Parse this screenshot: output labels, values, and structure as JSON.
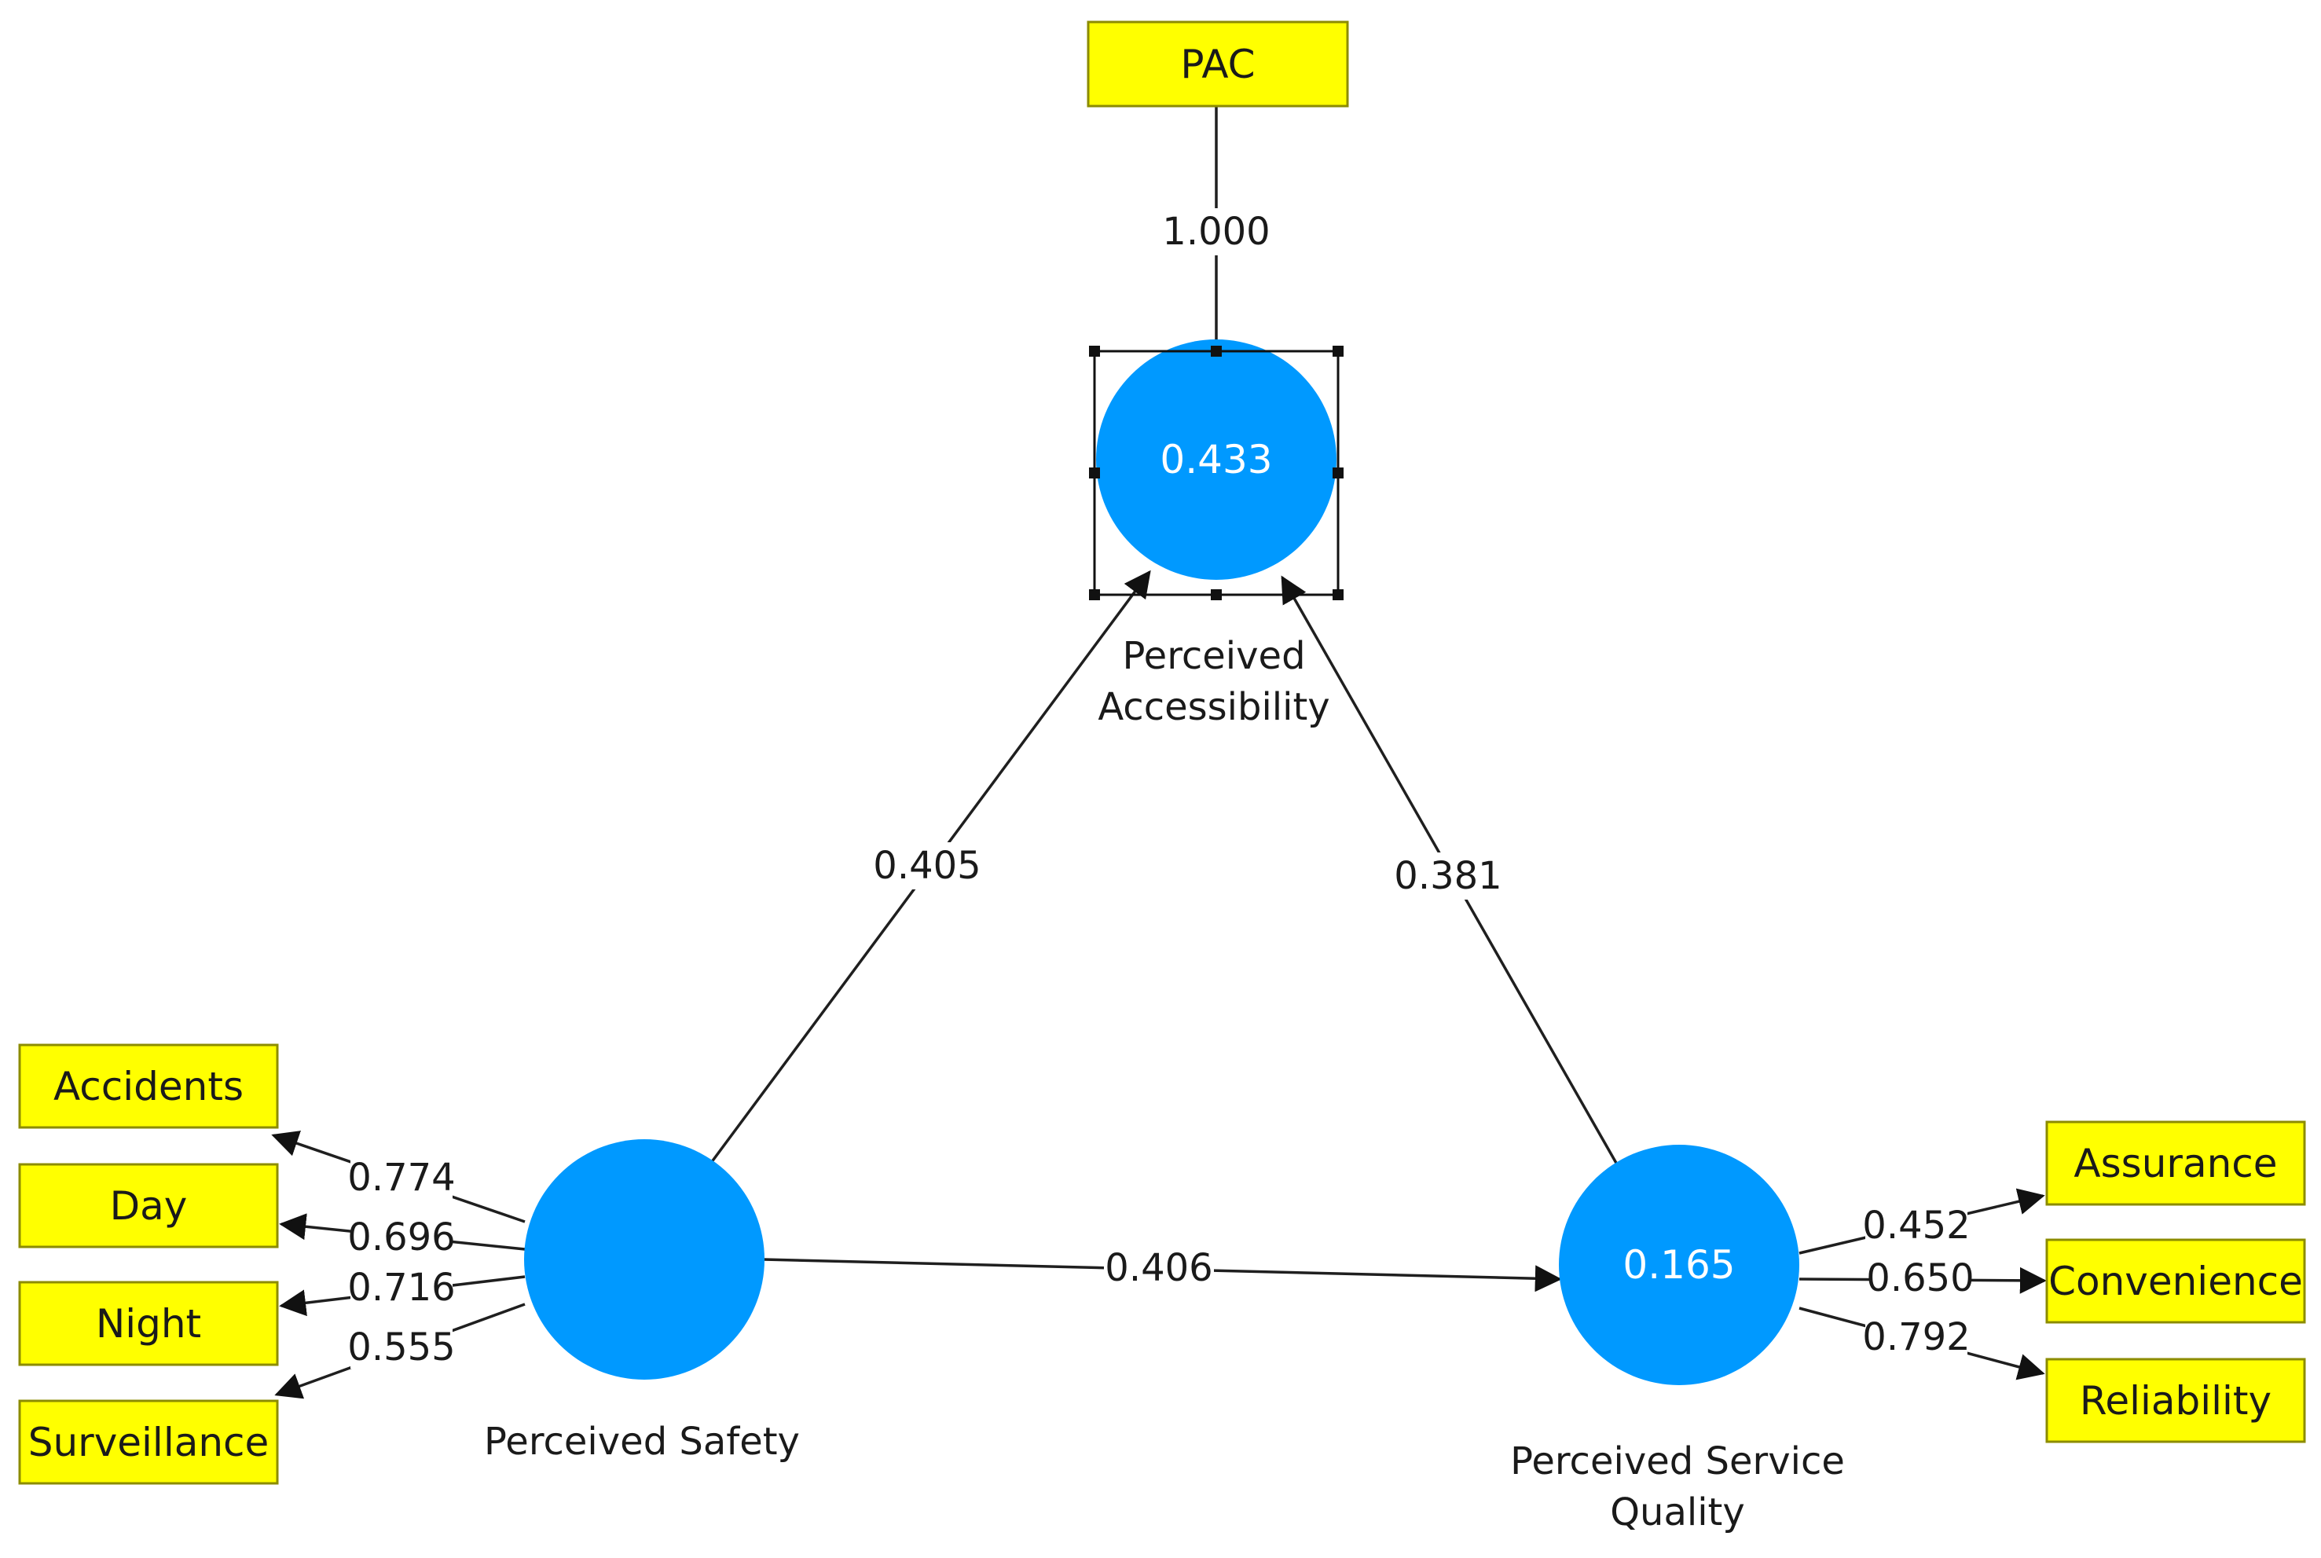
{
  "diagram": {
    "indicators": {
      "pac": "PAC",
      "accidents": "Accidents",
      "day": "Day",
      "night": "Night",
      "surveillance": "Surveillance",
      "assurance": "Assurance",
      "convenience": "Convenience",
      "reliability": "Reliability"
    },
    "constructs": {
      "accessibility": {
        "name_line1": "Perceived",
        "name_line2": "Accessibility",
        "r2": "0.433"
      },
      "safety": {
        "name_line1": "Perceived Safety",
        "r2": ""
      },
      "service_quality": {
        "name_line1": "Perceived Service",
        "name_line2": "Quality",
        "r2": "0.165"
      }
    },
    "paths": {
      "pac_to_accessibility": "1.000",
      "safety_to_accessibility": "0.405",
      "service_to_accessibility": "0.381",
      "safety_to_service": "0.406",
      "safety_accidents": "0.774",
      "safety_day": "0.696",
      "safety_night": "0.716",
      "safety_surveillance": "0.555",
      "service_assurance": "0.452",
      "service_convenience": "0.650",
      "service_reliability": "0.792"
    },
    "colors": {
      "construct": "#0099ff",
      "indicator": "#ffff00",
      "line": "#1f1f1f"
    }
  }
}
